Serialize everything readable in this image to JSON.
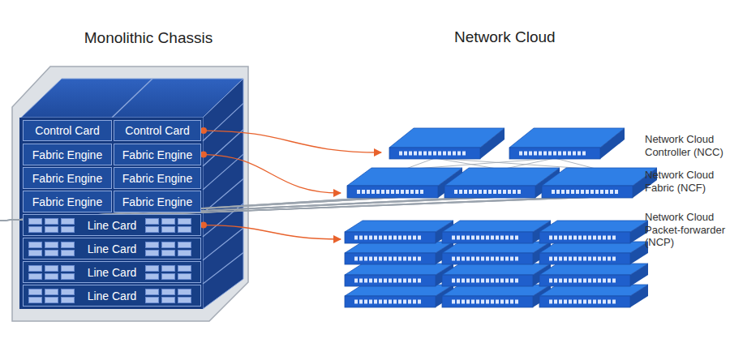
{
  "diagram": {
    "nodes": [
      {
        "text": [
          "Monolithic Chassis"
        ]
      },
      {
        "text": [
          "Control Card"
        ],
        "in": 0
      },
      {
        "text": [
          "Control Card"
        ],
        "in": 0
      },
      {
        "text": [
          "Fabric Engine"
        ],
        "in": 0
      },
      {
        "text": [
          "Fabric Engine"
        ],
        "in": 0
      },
      {
        "text": [
          "Fabric Engine"
        ],
        "in": 0
      },
      {
        "text": [
          "Fabric Engine"
        ],
        "in": 0
      },
      {
        "text": [
          "Fabric Engine"
        ],
        "in": 0
      },
      {
        "text": [
          "Fabric Engine"
        ],
        "in": 0
      },
      {
        "text": [
          "Line Card"
        ],
        "in": 0
      },
      {
        "text": [
          "Line Card"
        ],
        "in": 0
      },
      {
        "text": [
          "Line Card"
        ],
        "in": 0
      },
      {
        "text": [
          "Line Card"
        ],
        "in": 0
      },
      {
        "text": [
          "Network Cloud Controller (NCC)"
        ]
      },
      {
        "text": [
          "Network Cloud Fabric (NCF)"
        ]
      },
      {
        "text": [
          "Network Cloud Packet-forwarder (NCP)"
        ]
      }
    ],
    "edges": [
      {
        "from": 2,
        "to": 13,
        "arrow": "to"
      },
      {
        "from": 4,
        "to": 14,
        "arrow": "to"
      },
      {
        "from": 9,
        "to": 15,
        "arrow": "to"
      }
    ],
    "labels": [
      "Network Cloud"
    ]
  }
}
